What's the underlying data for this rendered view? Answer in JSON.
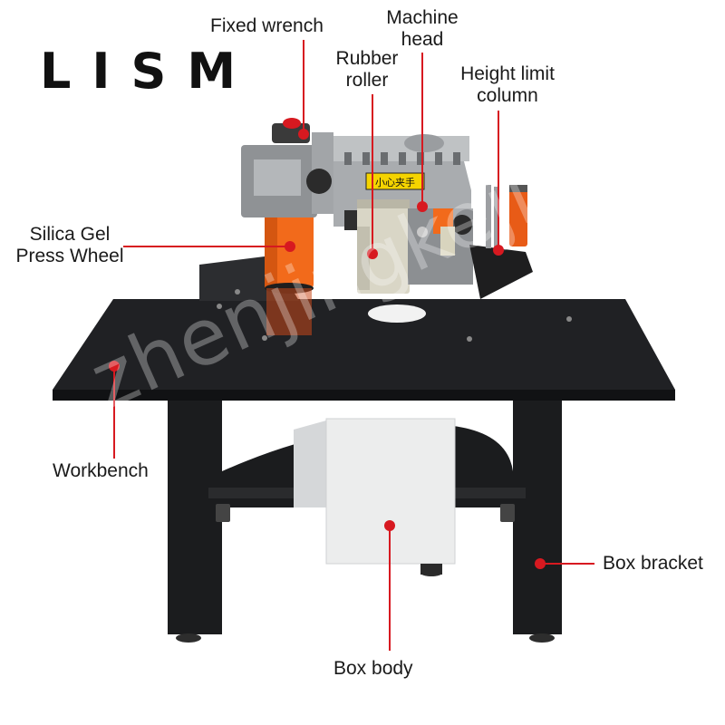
{
  "brand": {
    "logo_text": "LISM"
  },
  "watermark": "zhenjingkeji",
  "warning_sign": "小心夹手",
  "labels": {
    "fixed_wrench": "Fixed wrench",
    "machine_head": [
      "Machine",
      "head"
    ],
    "rubber_roller": [
      "Rubber",
      "roller"
    ],
    "height_limit_column": [
      "Height limit",
      "column"
    ],
    "silica_gel_press_wheel": [
      "Silica Gel",
      "Press Wheel"
    ],
    "workbench": "Workbench",
    "box_bracket": "Box bracket",
    "box_body": "Box body"
  },
  "colors": {
    "accent_red": "#d71920",
    "orange": "#f26a1b",
    "table_black": "#1c1d1f",
    "machine_grey": "#aeb1b4"
  }
}
